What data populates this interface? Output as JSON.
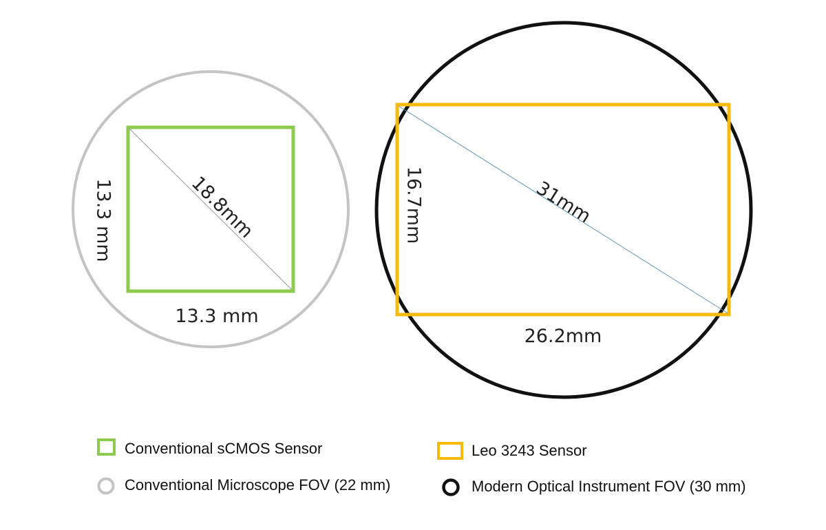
{
  "colors": {
    "green": "#8CCB4E",
    "gray": "#C4C4C4",
    "yellow": "#F5BA0A",
    "black": "#111111",
    "thin_line_gray": "#9a9a9a",
    "thin_line_blue": "#5f97b6"
  },
  "left_figure": {
    "width_label": "13.3 mm",
    "height_label": "13.3 mm",
    "diagonal_label": "18.8mm"
  },
  "right_figure": {
    "width_label": "26.2mm",
    "height_label": "16.7mm",
    "diagonal_label": "31mm"
  },
  "legend": {
    "conventional_sensor": "Conventional sCMOS Sensor",
    "conventional_fov": "Conventional Microscope FOV (22 mm)",
    "leo_sensor": "Leo 3243 Sensor",
    "modern_fov": "Modern Optical Instrument FOV (30 mm)"
  }
}
